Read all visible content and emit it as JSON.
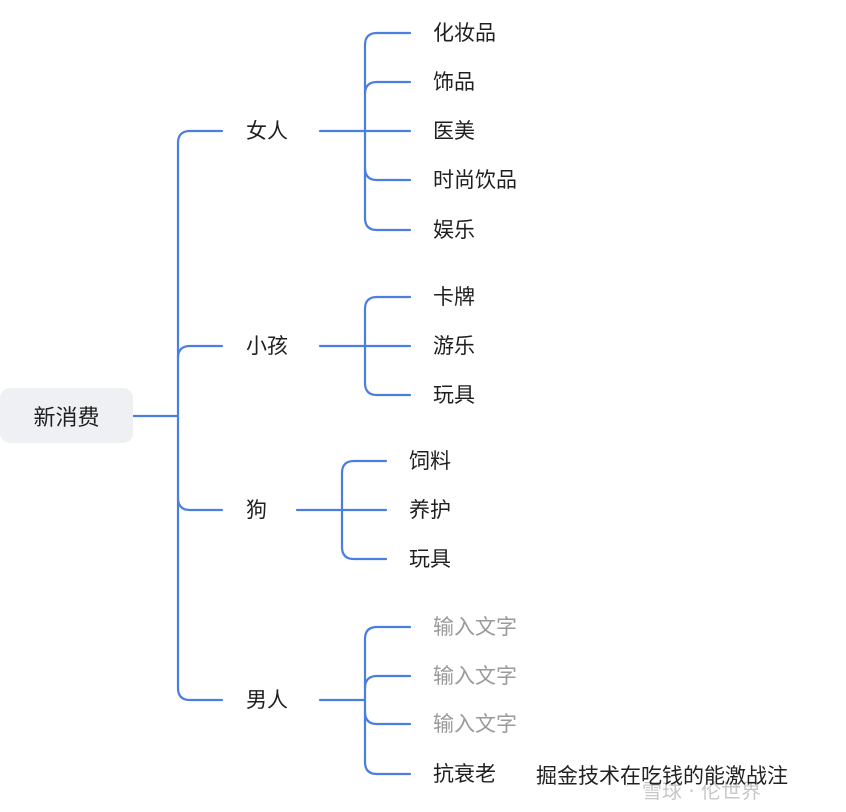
{
  "root": {
    "label": "新消费",
    "categories": [
      {
        "label": "女人",
        "items": [
          {
            "label": "化妆品",
            "placeholder": false
          },
          {
            "label": "饰品",
            "placeholder": false
          },
          {
            "label": "医美",
            "placeholder": false
          },
          {
            "label": "时尚饮品",
            "placeholder": false
          },
          {
            "label": "娱乐",
            "placeholder": false
          }
        ]
      },
      {
        "label": "小孩",
        "items": [
          {
            "label": "卡牌",
            "placeholder": false
          },
          {
            "label": "游乐",
            "placeholder": false
          },
          {
            "label": "玩具",
            "placeholder": false
          }
        ]
      },
      {
        "label": "狗",
        "items": [
          {
            "label": "饲料",
            "placeholder": false
          },
          {
            "label": "养护",
            "placeholder": false
          },
          {
            "label": "玩具",
            "placeholder": false
          }
        ]
      },
      {
        "label": "男人",
        "items": [
          {
            "label": "输入文字",
            "placeholder": true
          },
          {
            "label": "输入文字",
            "placeholder": true
          },
          {
            "label": "输入文字",
            "placeholder": true
          },
          {
            "label": "抗衰老",
            "placeholder": false
          }
        ]
      }
    ]
  },
  "watermark": {
    "text": "掘金技术在吃钱的能激战注",
    "ghost_text": "雪球 · 伦世界"
  },
  "colors": {
    "connector": "#4a7fe0",
    "root_bg": "#eef0f3",
    "text": "#1f1f1f",
    "placeholder_text": "#9a9a9a"
  }
}
